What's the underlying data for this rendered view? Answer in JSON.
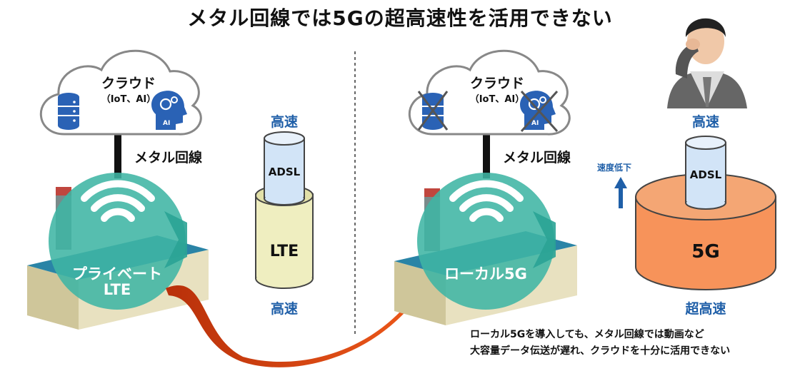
{
  "title": "メタル回線では5Gの超高速性を活用できない",
  "left": {
    "cloud_title": "クラウド",
    "cloud_sub": "（IoT、AI）",
    "ai_label": "AI",
    "line_label": "メタル回線",
    "network_label_1": "プライベート",
    "network_label_2": "LTE",
    "speed_top": "高速",
    "speed_bottom": "高速",
    "cylinder_top": "ADSL",
    "cylinder_bottom": "LTE"
  },
  "right": {
    "cloud_title": "クラウド",
    "cloud_sub": "（IoT、AI）",
    "ai_label": "AI",
    "line_label": "メタル回線",
    "network_label": "ローカル5G",
    "speed_top": "高速",
    "speed_down_label": "速度低下",
    "cylinder_top": "ADSL",
    "cylinder_bottom": "5G",
    "speed_bottom": "超高速"
  },
  "caption_line1": "ローカル5Gを導入しても、メタル回線では動画など",
  "caption_line2": "大容量データ伝送が遅れ、クラウドを十分に活用できない",
  "colors": {
    "teal": "#3fb5a4",
    "orange_5g": "#f7935a",
    "lte_fill": "#efeec0",
    "adsl_fill": "#d2e4f7",
    "accent_blue": "#1f5fa8",
    "arrow_red": "#c8380d"
  }
}
